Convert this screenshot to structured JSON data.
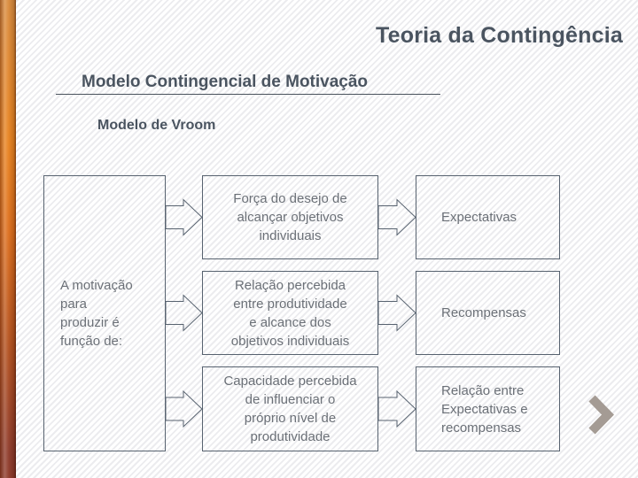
{
  "slide": {
    "title": "Teoria da Contingência",
    "subtitle": "Modelo Contingencial de Motivação",
    "section_heading": "Modelo de Vroom"
  },
  "diagram": {
    "source_box": {
      "text": "A motivação\npara\nproduzir é\nfunção de:"
    },
    "rows": [
      {
        "factor": "Força do desejo de\nalcançar objetivos\nindividuais",
        "outcome": "Expectativas"
      },
      {
        "factor": "Relação percebida\nentre produtividade\ne alcance dos\nobjetivos individuais",
        "outcome": "Recompensas"
      },
      {
        "factor": "Capacidade percebida\nde influenciar o\npróprio nível de\nprodutividade",
        "outcome": "Relação entre\nExpectativas e\nrecompensas"
      }
    ]
  },
  "decorations": {
    "next_icon": "chevron-right-icon"
  },
  "colors": {
    "heading": "#4a5460",
    "box_border": "#57626f",
    "box_text": "#6b7077",
    "accent_bar_top": "#d98a3c",
    "accent_bar_mid": "#e8821f",
    "accent_bar_bottom": "#8e3a2a",
    "chevron": "#a49b94",
    "rule": "#49525c"
  }
}
